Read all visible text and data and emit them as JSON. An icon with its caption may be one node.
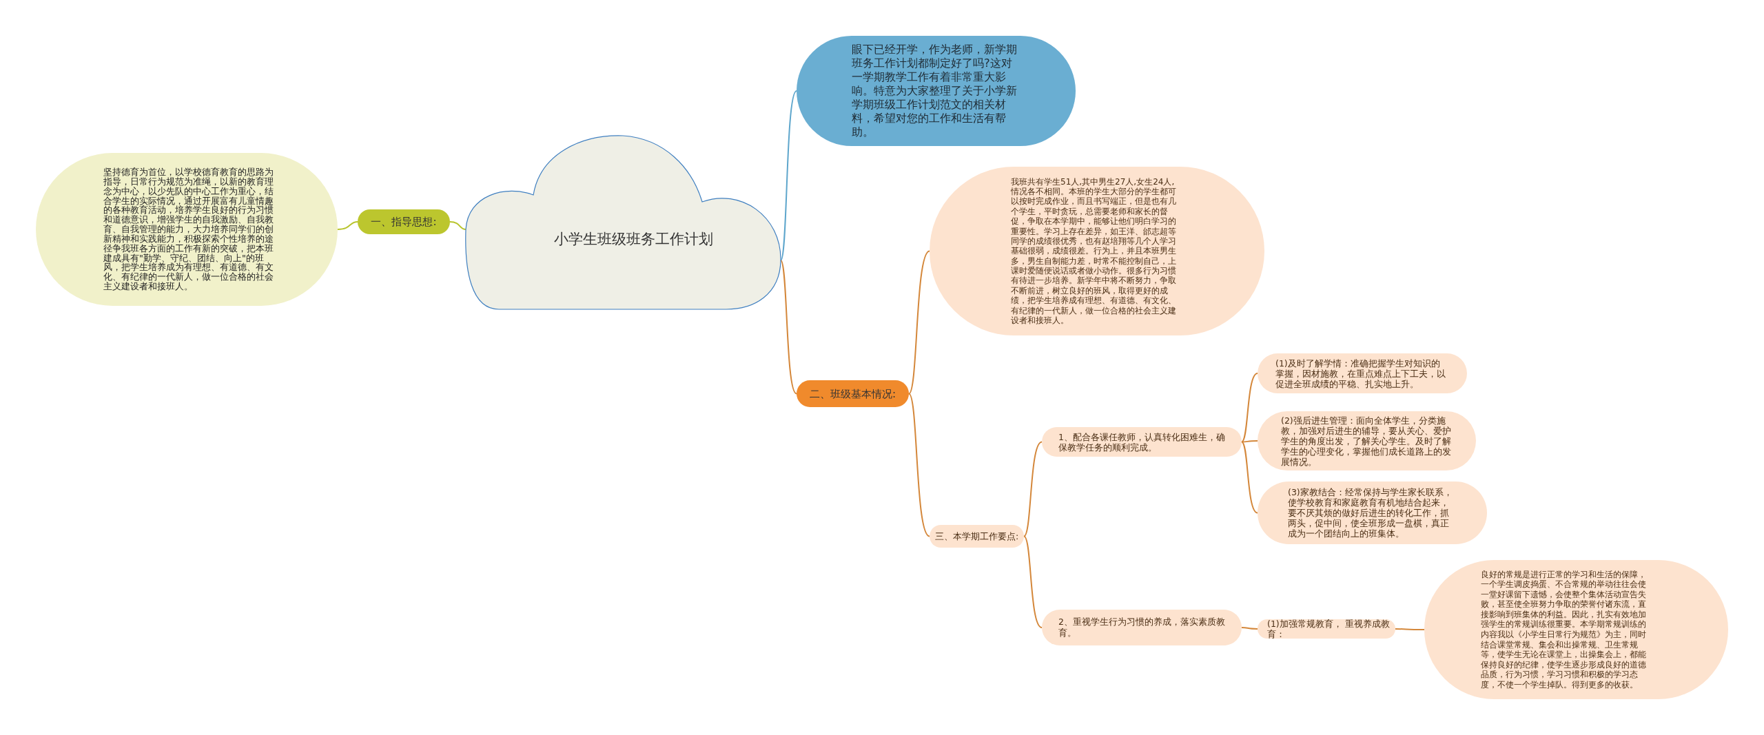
{
  "diagram": {
    "nodes": [
      {
        "text": [
          "小学生班级班务工作计划"
        ]
      },
      {
        "text": [
          "一、指导思想:"
        ]
      },
      {
        "text": [
          "坚持德育为首位，以学校德育教育的思路为指导，日常行为规范为准绳，以新的教育理念为中心，以少先队的中心工作为重心，结合学生的实际情况，通过开展富有儿童情趣的各种教育活动，培养学生良好的行为习惯和道德意识，增强学生的自我激励、自我教育、自我管理的能力，大力培养同学们的创新精神和实践能力，积极探索个性培养的途径争我班各方面的工作有新的突破，把本班建成具有\"勤学、守纪、团结、向上\"的班风，把学生培养成为有理想、有道德、有文化、有纪律的一代新人，做一位合格的社会主义建设者和接班人。"
        ]
      },
      {
        "text": [
          "眼下已经开学，作为老师，新学期班务工作计划都制定好了吗?这对一学期教学工作有着非常重大影响。特意为大家整理了关于小学新学期班级工作计划范文的相关材料，希望对您的工作和生活有帮助。"
        ]
      },
      {
        "text": [
          "二、班级基本情况:"
        ]
      },
      {
        "text": [
          "我班共有学生51人,其中男生27人,女生24人,情况各不相同。本班的学生大部分的学生都可以按时完成作业，而且书写端正，但是也有几个学生，平时贪玩，总需要老师和家长的督促，争取在本学期中，能够让他们明白学习的重要性。学习上存在差异，如王洋、邰志超等同学的成绩很优秀，也有赵培翔等几个人学习基础很弱，成绩很差。行为上，并且本班男生多，男生自制能力差，时常不能控制自己，上课时爱随便说话或者做小动作。很多行为习惯有待进一步培养。新学年中将不断努力，争取不断前进，树立良好的班风，取得更好的成绩，把学生培养成有理想、有道德、有文化、有纪律的一代新人，做一位合格的社会主义建设者和接班人。"
        ]
      },
      {
        "text": [
          "三、本学期工作要点:"
        ]
      },
      {
        "text": [
          "1、配合各课任教师，认真转化困难生，确保教学任务的顺利完成。"
        ]
      },
      {
        "text": [
          "(1)及时了解学情：准确把握学生对知识的掌握，因材施教，在重点难点上下工夫，以促进全班成绩的平稳、扎实地上升。"
        ]
      },
      {
        "text": [
          "(2)强后进生管理：面向全体学生，分类施教，加强对后进生的辅导，要从关心、爱护学生的角度出发，了解关心学生。及时了解学生的心理变化，掌握他们成长道路上的发展情况。"
        ]
      },
      {
        "text": [
          "(3)家教结合：经常保持与学生家长联系，使学校教育和家庭教育有机地结合起来，要不厌其烦的做好后进生的转化工作，抓两头，促中间，使全班形成一盘棋，真正成为一个团结向上的班集体。"
        ]
      },
      {
        "text": [
          "2、重视学生行为习惯的养成，落实素质教育。"
        ]
      },
      {
        "text": [
          "(1)加强常规教育，  重视养成教育："
        ]
      },
      {
        "text": [
          "良好的常规是进行正常的学习和生活的保障，一个学生调皮捣蛋、不合常规的举动往往会使一堂好课留下遗憾，会使整个集体活动宣告失败，甚至使全班努力争取的荣誉付诸东流，直接影响到班集体的利益。因此，扎实有效地加强学生的常规训练很重要。本学期常规训练的内容我以《小学生日常行为规范》为主，同时结合课堂常规、集会和出操常规、卫生常规等，使学生无论在课堂上，出操集会上，都能保持良好的纪律，使学生逐步形成良好的道德品质，行为习惯，学习习惯和积极的学习态度，不使一个学生掉队。得到更多的收获。"
        ]
      }
    ],
    "edges": [
      {
        "from": 0,
        "to": 1,
        "arrow": "none",
        "color": "#b8c42c"
      },
      {
        "from": 1,
        "to": 2,
        "arrow": "none",
        "color": "#b8c42c"
      },
      {
        "from": 0,
        "to": 3,
        "arrow": "none",
        "color": "#5ea6cc"
      },
      {
        "from": 0,
        "to": 4,
        "arrow": "none"
      },
      {
        "from": 4,
        "to": 5,
        "arrow": "none"
      },
      {
        "from": 4,
        "to": 6,
        "arrow": "none"
      },
      {
        "from": 6,
        "to": 7,
        "arrow": "none"
      },
      {
        "from": 7,
        "to": 8,
        "arrow": "none"
      },
      {
        "from": 7,
        "to": 9,
        "arrow": "none"
      },
      {
        "from": 7,
        "to": 10,
        "arrow": "none"
      },
      {
        "from": 6,
        "to": 11,
        "arrow": "none"
      },
      {
        "from": 11,
        "to": 12,
        "arrow": "none"
      },
      {
        "from": 12,
        "to": 13,
        "arrow": "none"
      }
    ]
  }
}
